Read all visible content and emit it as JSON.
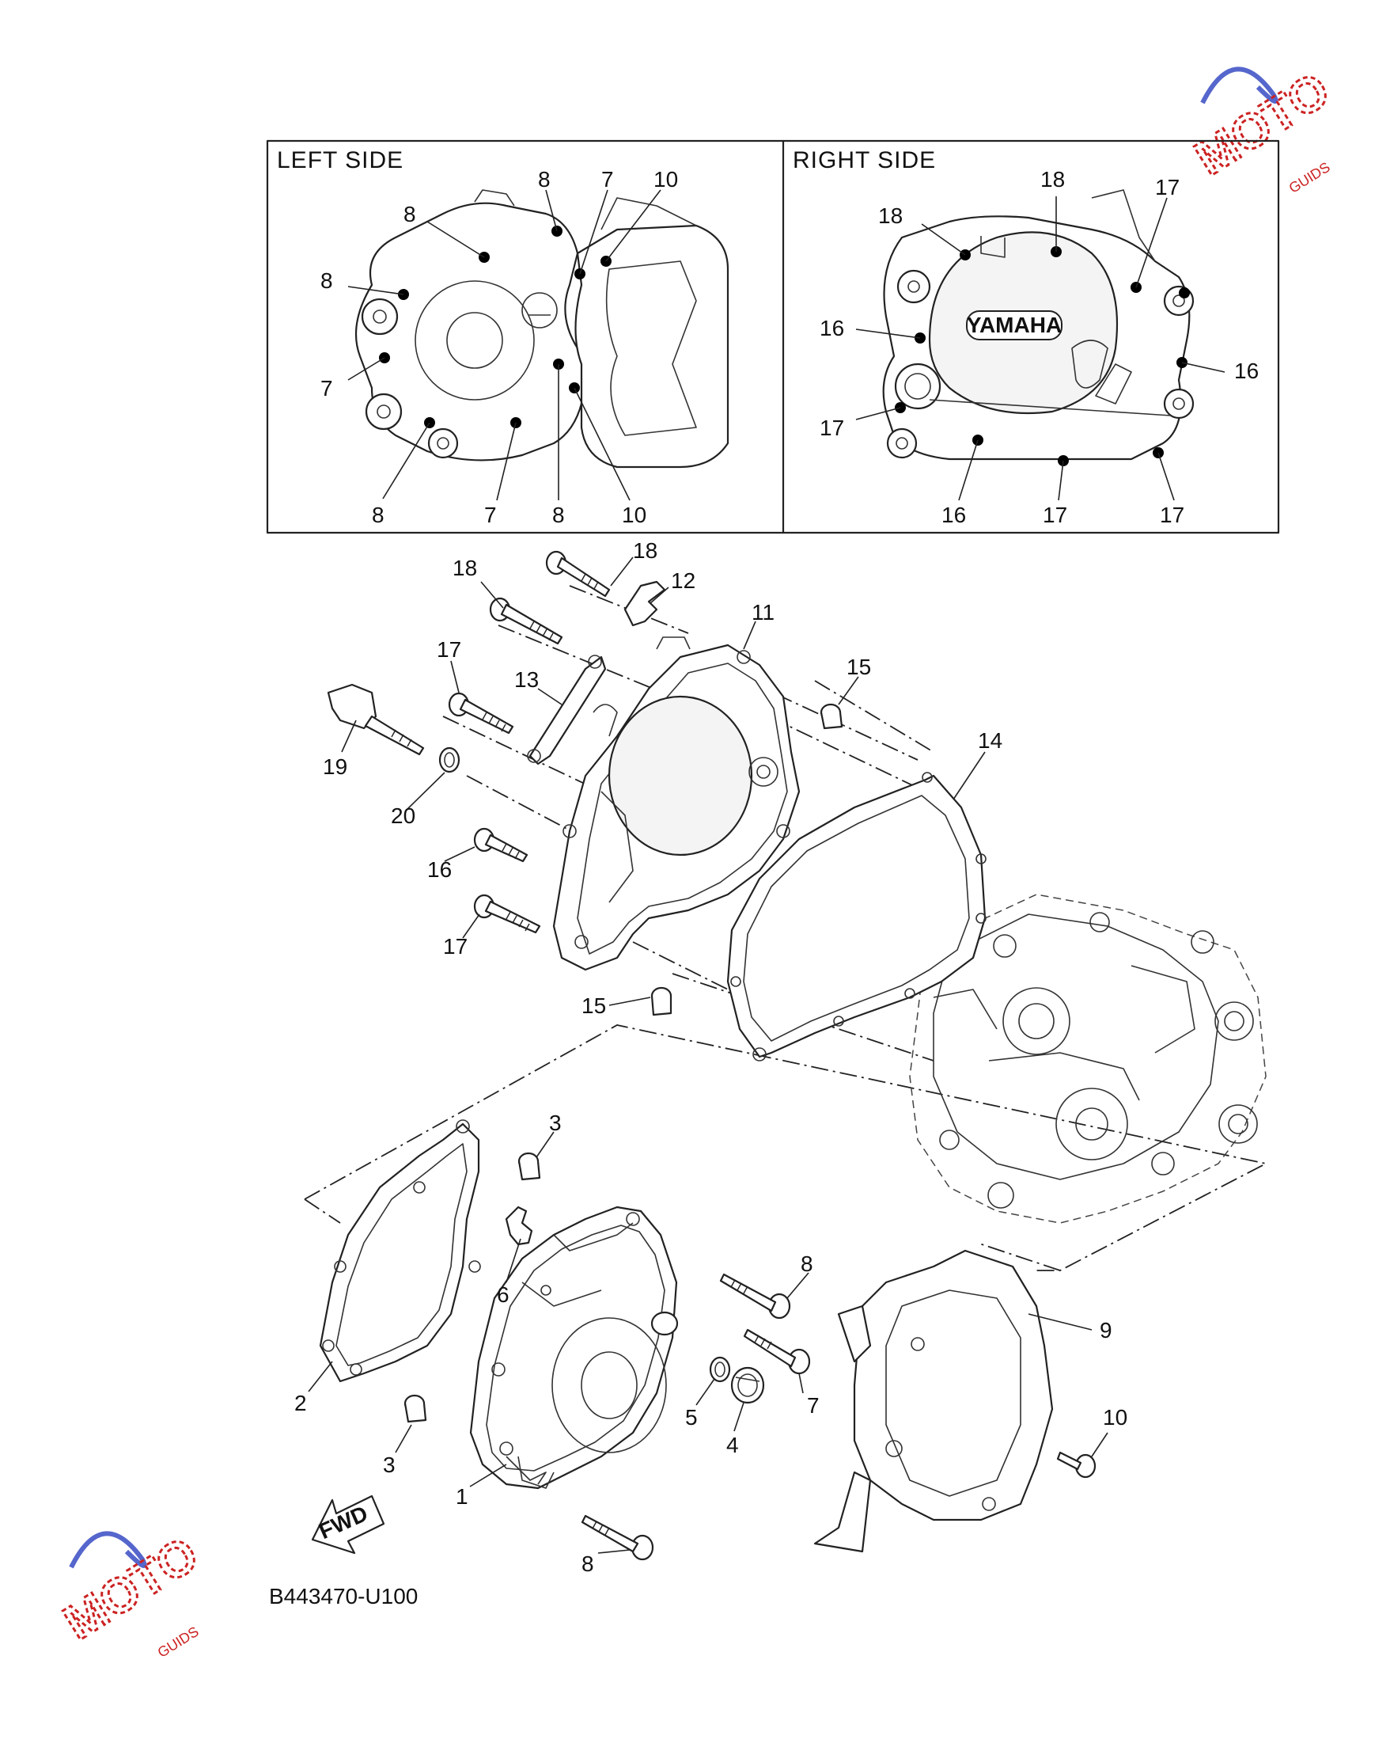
{
  "panels": {
    "left_title": "LEFT SIDE",
    "right_title": "RIGHT SIDE"
  },
  "diagram_code": "B443470-U100",
  "fwd_label": "FWD",
  "brand_badge": "YAMAHA",
  "watermark": {
    "text": "MOTO",
    "sub": "GUIDS"
  },
  "left_inset_callouts": [
    {
      "id": "l1",
      "num": "8"
    },
    {
      "id": "l2",
      "num": "7"
    },
    {
      "id": "l3",
      "num": "10"
    },
    {
      "id": "l4",
      "num": "8"
    },
    {
      "id": "l5",
      "num": "8"
    },
    {
      "id": "l6",
      "num": "7"
    },
    {
      "id": "l7",
      "num": "8"
    },
    {
      "id": "l8",
      "num": "7"
    },
    {
      "id": "l9",
      "num": "8"
    },
    {
      "id": "l10",
      "num": "10"
    }
  ],
  "right_inset_callouts": [
    {
      "id": "r1",
      "num": "18"
    },
    {
      "id": "r2",
      "num": "17"
    },
    {
      "id": "r3",
      "num": "18"
    },
    {
      "id": "r4",
      "num": "16"
    },
    {
      "id": "r5",
      "num": "16"
    },
    {
      "id": "r6",
      "num": "17"
    },
    {
      "id": "r7",
      "num": "16"
    },
    {
      "id": "r8",
      "num": "17"
    },
    {
      "id": "r9",
      "num": "17"
    }
  ],
  "main_callouts": [
    {
      "id": "m18a",
      "num": "18"
    },
    {
      "id": "m12",
      "num": "12"
    },
    {
      "id": "m18b",
      "num": "18"
    },
    {
      "id": "m11",
      "num": "11"
    },
    {
      "id": "m17a",
      "num": "17"
    },
    {
      "id": "m13",
      "num": "13"
    },
    {
      "id": "m15a",
      "num": "15"
    },
    {
      "id": "m14",
      "num": "14"
    },
    {
      "id": "m19",
      "num": "19"
    },
    {
      "id": "m20",
      "num": "20"
    },
    {
      "id": "m16",
      "num": "16"
    },
    {
      "id": "m17b",
      "num": "17"
    },
    {
      "id": "m15b",
      "num": "15"
    },
    {
      "id": "m3a",
      "num": "3"
    },
    {
      "id": "m6",
      "num": "6"
    },
    {
      "id": "m8a",
      "num": "8"
    },
    {
      "id": "m9",
      "num": "9"
    },
    {
      "id": "m2",
      "num": "2"
    },
    {
      "id": "m7",
      "num": "7"
    },
    {
      "id": "m5",
      "num": "5"
    },
    {
      "id": "m4",
      "num": "4"
    },
    {
      "id": "m10",
      "num": "10"
    },
    {
      "id": "m3b",
      "num": "3"
    },
    {
      "id": "m1",
      "num": "1"
    },
    {
      "id": "m8b",
      "num": "8"
    }
  ]
}
